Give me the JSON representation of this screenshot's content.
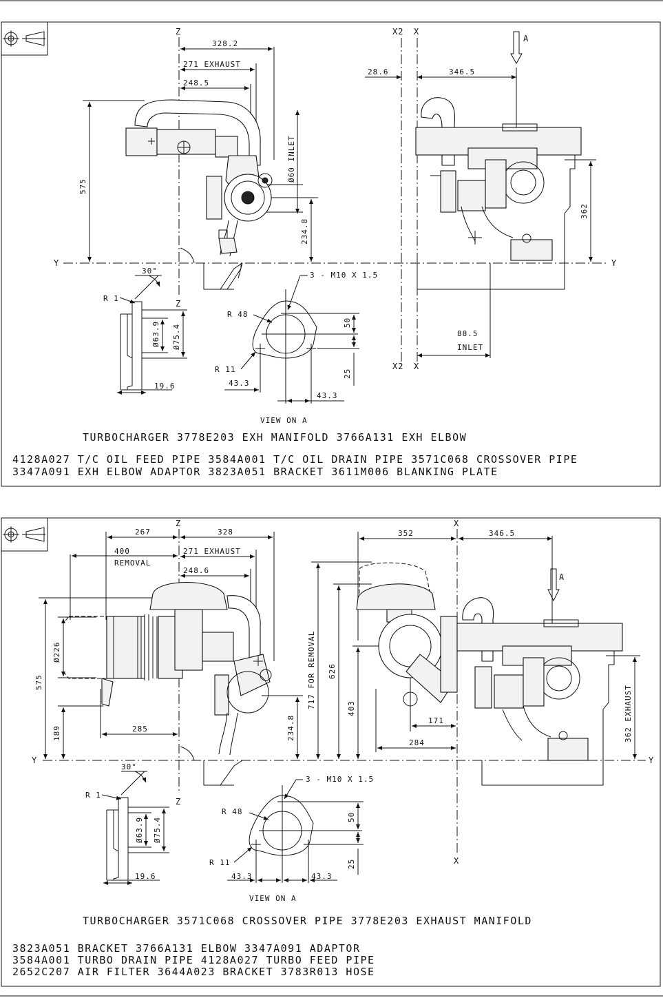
{
  "sheet": {
    "background": "#ffffff",
    "line_color": "#111111"
  },
  "upper": {
    "axes": {
      "z": "Z",
      "z_bottom": "Z",
      "x2": "X2",
      "x": "X",
      "x2_bottom": "X2",
      "x_bottom": "X",
      "y_left": "Y",
      "y_right": "Y",
      "view_arrow": "A"
    },
    "dims": {
      "d328": "328.2",
      "d271": "271 EXHAUST",
      "d248": "248.5",
      "d575": "575",
      "d60": "Ø60 INLET",
      "d234": "234.8",
      "d28": "28.6",
      "d346": "346.5",
      "d362": "362",
      "d88": "88.5",
      "inlet": "INLET"
    },
    "flange": {
      "angle": "30°",
      "r1": "R 1",
      "d63": "Ø63.9",
      "d75": "Ø75.4",
      "w": "19.6"
    },
    "view": {
      "bolts": "3 - M10 X 1.5",
      "r48": "R 48",
      "r11": "R 11",
      "h50": "50",
      "h25": "25",
      "w1": "43.3",
      "w2": "43.3",
      "title": "VIEW ON A"
    },
    "caption": [
      "TURBOCHARGER   3778E203 EXH MANIFOLD  3766A131 EXH ELBOW",
      "4128A027 T/C OIL FEED PIPE  3584A001 T/C OIL DRAIN PIPE  3571C068 CROSSOVER PIPE",
      "3347A091 EXH ELBOW ADAPTOR  3823A051 BRACKET  3611M006 BLANKING PLATE"
    ]
  },
  "lower": {
    "axes": {
      "z": "Z",
      "z_bottom": "Z",
      "x": "X",
      "x_bottom": "X",
      "y_left": "Y",
      "y_right": "Y",
      "view_arrow": "A"
    },
    "dims": {
      "d267": "267",
      "d328": "328",
      "d400": "400",
      "removal": "REMOVAL",
      "d271": "271 EXHAUST",
      "d248": "248.6",
      "d226": "Ø226",
      "d575": "575",
      "d189": "189",
      "d285": "285",
      "d234": "234.8",
      "d717": "717 FOR REMOVAL",
      "d626": "626",
      "d403": "403",
      "d352": "352",
      "d346": "346.5",
      "d171": "171",
      "d284": "284",
      "d362": "362 EXHAUST"
    },
    "flange": {
      "angle": "30°",
      "r1": "R 1",
      "d63": "Ø63.9",
      "d75": "Ø75.4",
      "w": "19.6"
    },
    "view": {
      "bolts": "3 - M10 X 1.5",
      "r48": "R 48",
      "r11": "R 11",
      "h50": "50",
      "h25": "25",
      "w1": "43.3",
      "w2": "43.3",
      "title": "VIEW ON A"
    },
    "caption": [
      "TURBOCHARGER   3571C068 CROSSOVER PIPE   3778E203 EXHAUST MANIFOLD",
      "3823A051 BRACKET   3766A131 ELBOW   3347A091 ADAPTOR",
      "3584A001 TURBO DRAIN PIPE   4128A027 TURBO FEED PIPE",
      "2652C207 AIR FILTER   3644A023 BRACKET   3783R013 HOSE"
    ]
  }
}
